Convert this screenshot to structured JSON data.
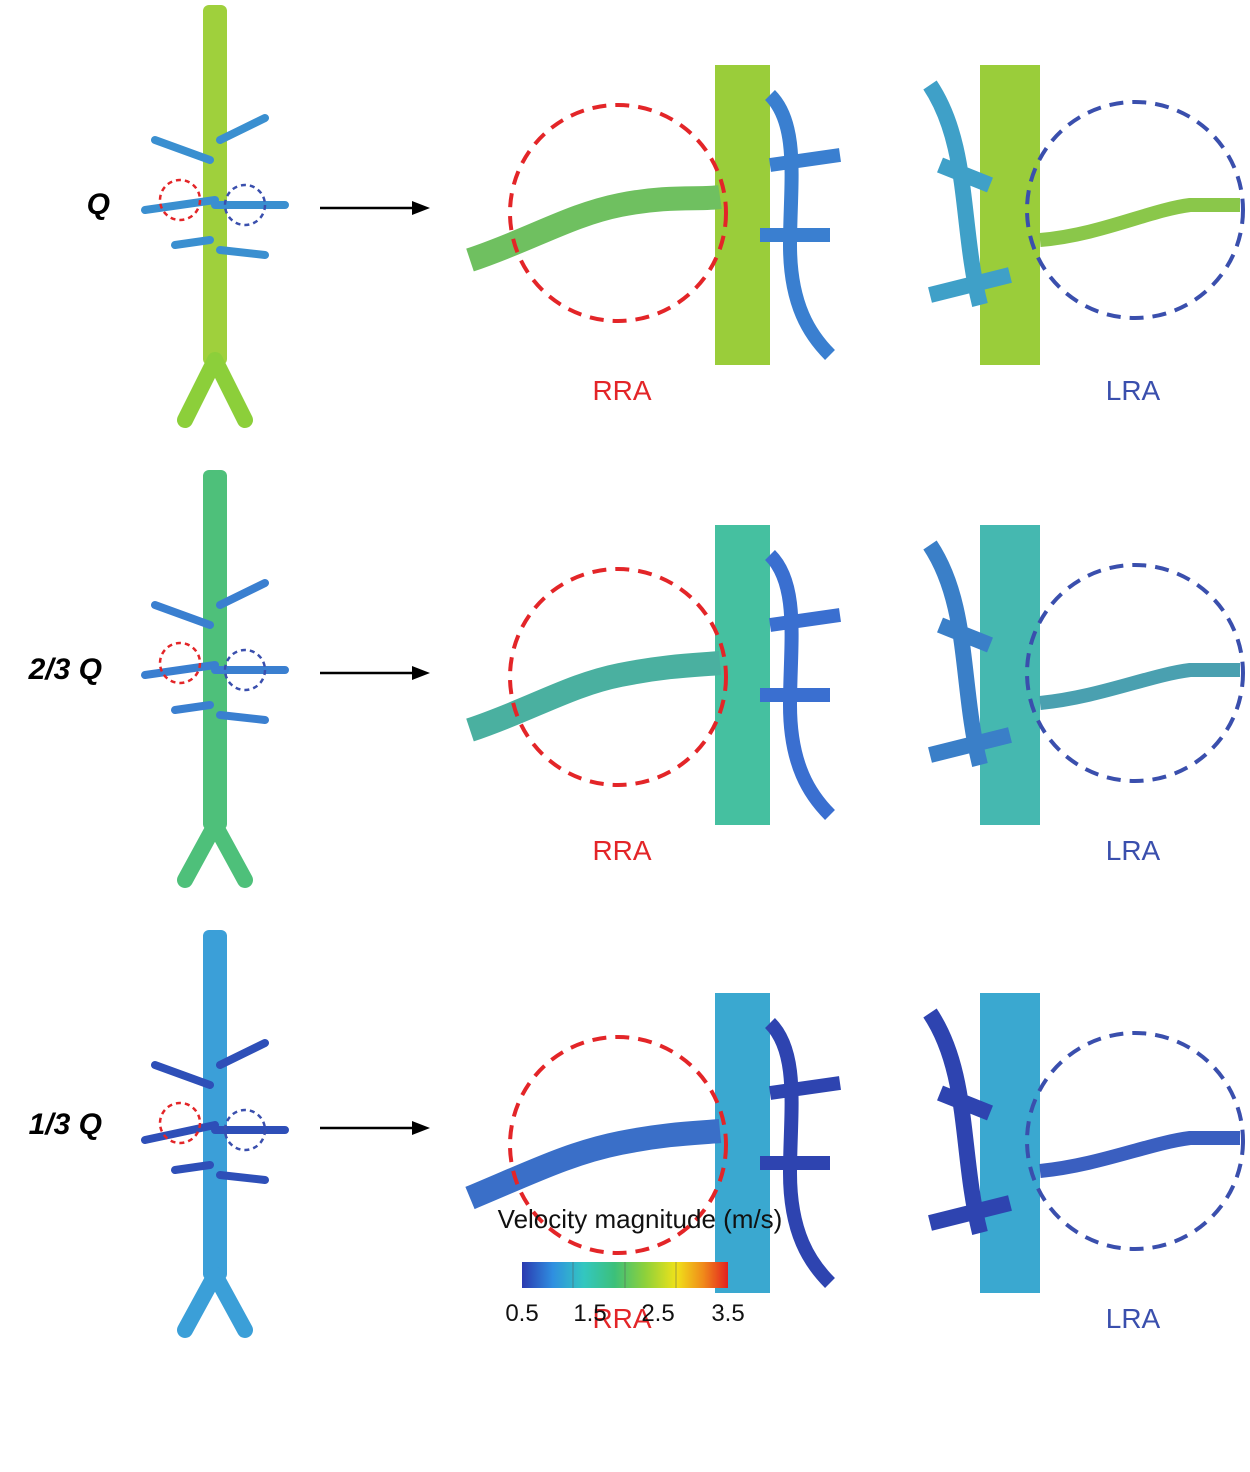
{
  "rows": [
    {
      "label": "Q",
      "left_label": "RRA",
      "right_label": "LRA",
      "level": "high"
    },
    {
      "label": "2/3 Q",
      "left_label": "RRA",
      "right_label": "LRA",
      "level": "mid"
    },
    {
      "label": "1/3 Q",
      "left_label": "RRA",
      "right_label": "LRA",
      "level": "low"
    }
  ],
  "legend": {
    "title": "Velocity magnitude (m/s)",
    "ticks": [
      "0.5",
      "1.5",
      "2.5",
      "3.5"
    ],
    "colors": [
      "#2b3ab0",
      "#2f8fe0",
      "#33c7c0",
      "#3cc07a",
      "#8fd13a",
      "#f0e21a",
      "#f08a1a",
      "#e32020"
    ]
  },
  "colors": {
    "rra": "#e32528",
    "lra": "#3a4fad",
    "high_main": "#7ccf3a",
    "mid_main": "#3cbf8a",
    "low_main": "#35a8d0",
    "branch": "#2e5fc0"
  }
}
